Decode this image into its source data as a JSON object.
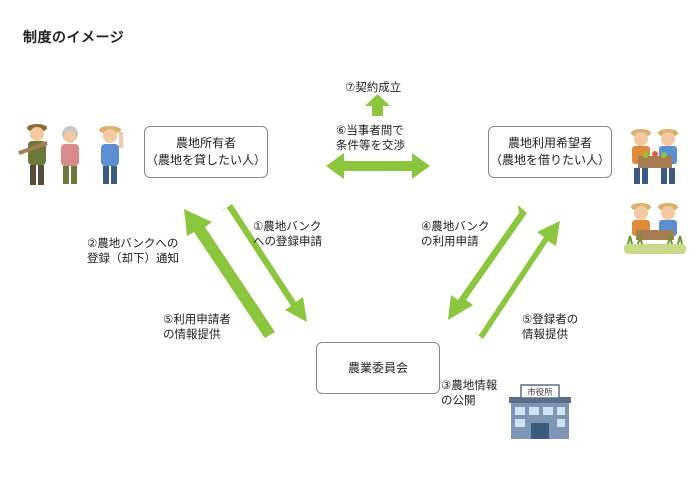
{
  "title": "制度のイメージ",
  "nodes": {
    "owner": {
      "line1": "農地所有者",
      "line2": "（農地を貸したい人）"
    },
    "hope": {
      "line1": "農地利用希望者",
      "line2": "（農地を借りたい人）"
    },
    "committee": {
      "line1": "農業委員会"
    }
  },
  "steps": {
    "s1": {
      "line1": "①農地バンク",
      "line2": "への登録申請"
    },
    "s2": {
      "line1": "②農地バンクへの",
      "line2": "登録（却下）通知"
    },
    "s3": {
      "line1": "③農地情報",
      "line2": "の公開"
    },
    "s4": {
      "line1": "④農地バンク",
      "line2": "の利用申請"
    },
    "s5a": {
      "line1": "⑤利用申請者",
      "line2": "の情報提供"
    },
    "s5b": {
      "line1": "⑤登録者の",
      "line2": "情報提供"
    },
    "s6": {
      "line1": "⑥当事者間で",
      "line2": "条件等を交渉"
    },
    "s7": {
      "line1": "⑦契約成立"
    }
  },
  "city_office": {
    "sign": "市役所"
  },
  "colors": {
    "arrow": "#8cc63f",
    "box_border": "#888888"
  }
}
